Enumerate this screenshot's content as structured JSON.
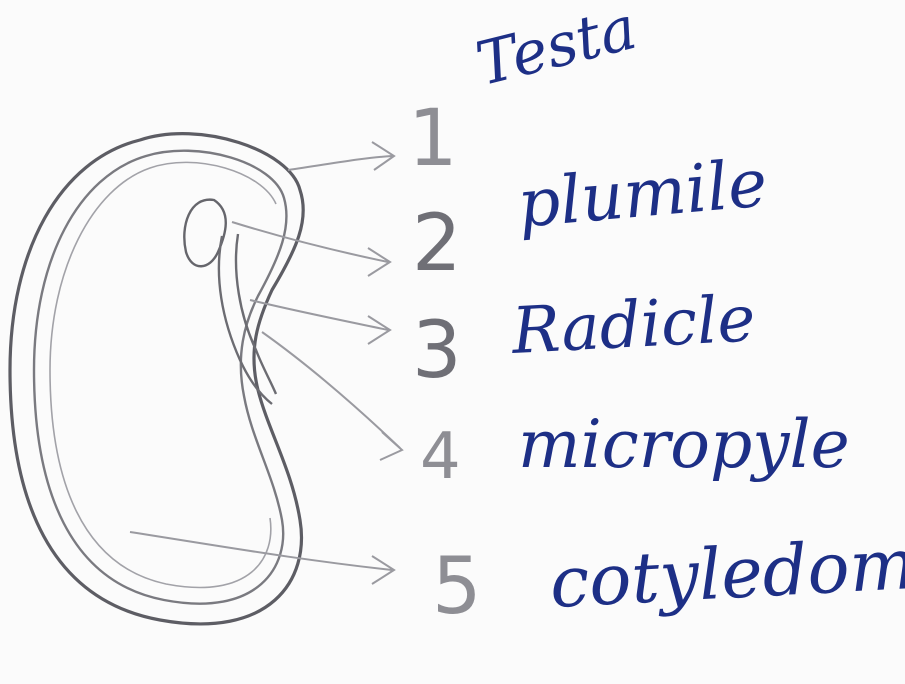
{
  "parts": [
    {
      "number": "1",
      "label": "Testa"
    },
    {
      "number": "2",
      "label": "plumile"
    },
    {
      "number": "3",
      "label": "Radicle"
    },
    {
      "number": "4",
      "label": "micropyle"
    },
    {
      "number": "5",
      "label": "cotyledom"
    }
  ],
  "colors": {
    "pencil": "#6c6c72",
    "ink": "#1d2f86",
    "paper": "#fbfbfb"
  }
}
